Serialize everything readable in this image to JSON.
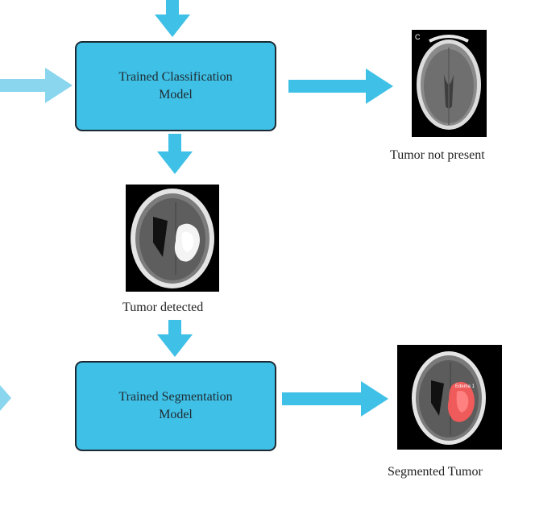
{
  "colors": {
    "box_fill": "#3fc0e6",
    "box_border": "#1c2a33",
    "arrow": "#3fc0e6",
    "arrow_light": "#8ad6ef",
    "tumor": "#ff5a5a"
  },
  "classification_box": {
    "line1": "Trained Classification",
    "line2": "Model"
  },
  "segmentation_box": {
    "line1": "Trained Segmentation",
    "line2": "Model"
  },
  "captions": {
    "not_present": "Tumor not present",
    "detected": "Tumor detected",
    "segmented": "Segmented Tumor"
  },
  "scan_labels": {
    "no_tumor_corner": "C",
    "segmented_overlay": "Edema 1"
  }
}
